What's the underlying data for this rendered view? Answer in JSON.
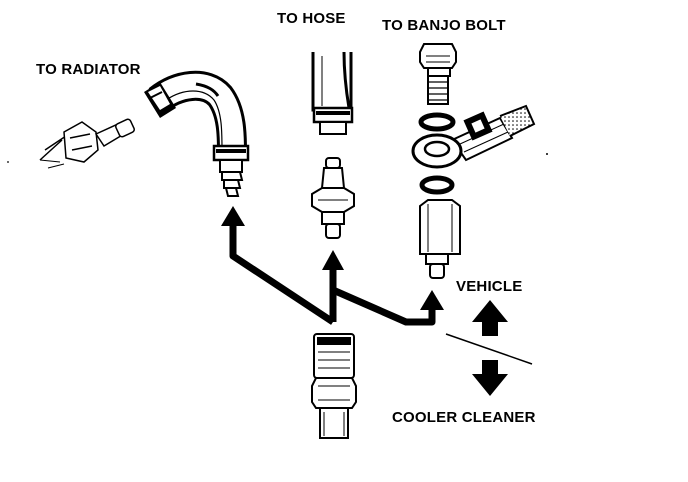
{
  "labels": {
    "to_radiator": "TO RADIATOR",
    "to_hose": "TO HOSE",
    "to_banjo_bolt": "TO BANJO BOLT",
    "vehicle": "VEHICLE",
    "cooler_cleaner": "COOLER CLEANER"
  },
  "colors": {
    "ink": "#000000",
    "paper": "#ffffff"
  }
}
